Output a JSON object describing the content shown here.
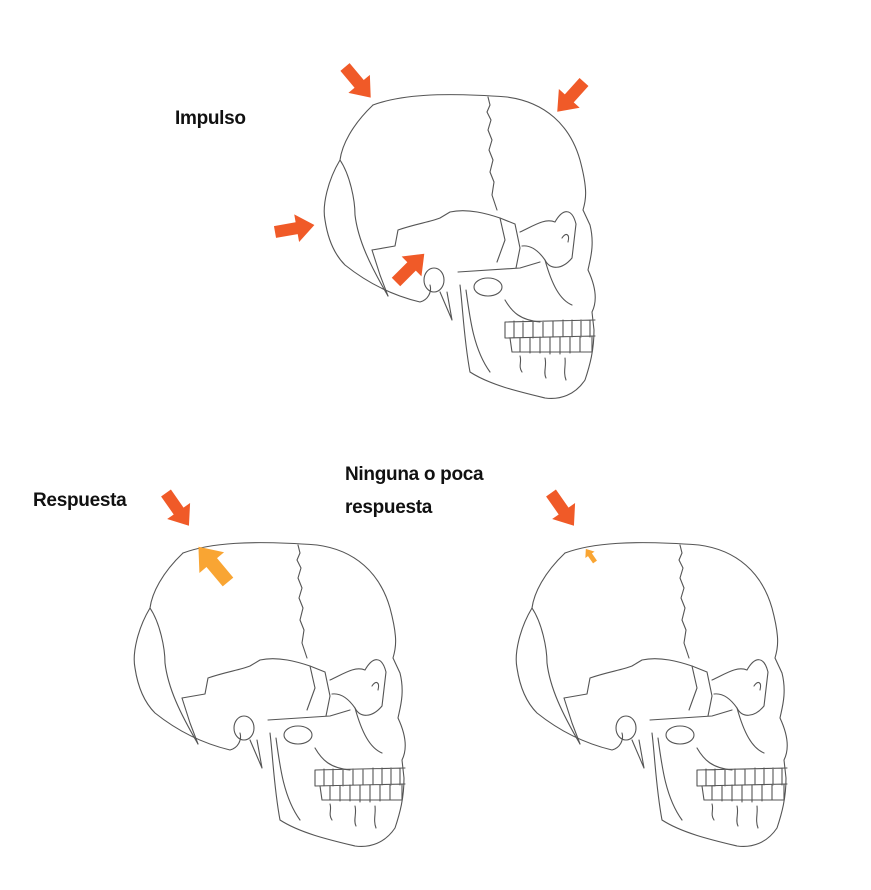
{
  "labels": {
    "impulse": "Impulso",
    "response": "Respuesta",
    "no_response_line1": "Ninguna o poca",
    "no_response_line2": "respuesta"
  },
  "colors": {
    "impulse_arrow": "#F05A28",
    "response_arrow": "#F9A533",
    "skull_line": "#555555"
  },
  "icons": [
    "skull-illustration",
    "impulse-arrow",
    "response-arrow"
  ]
}
